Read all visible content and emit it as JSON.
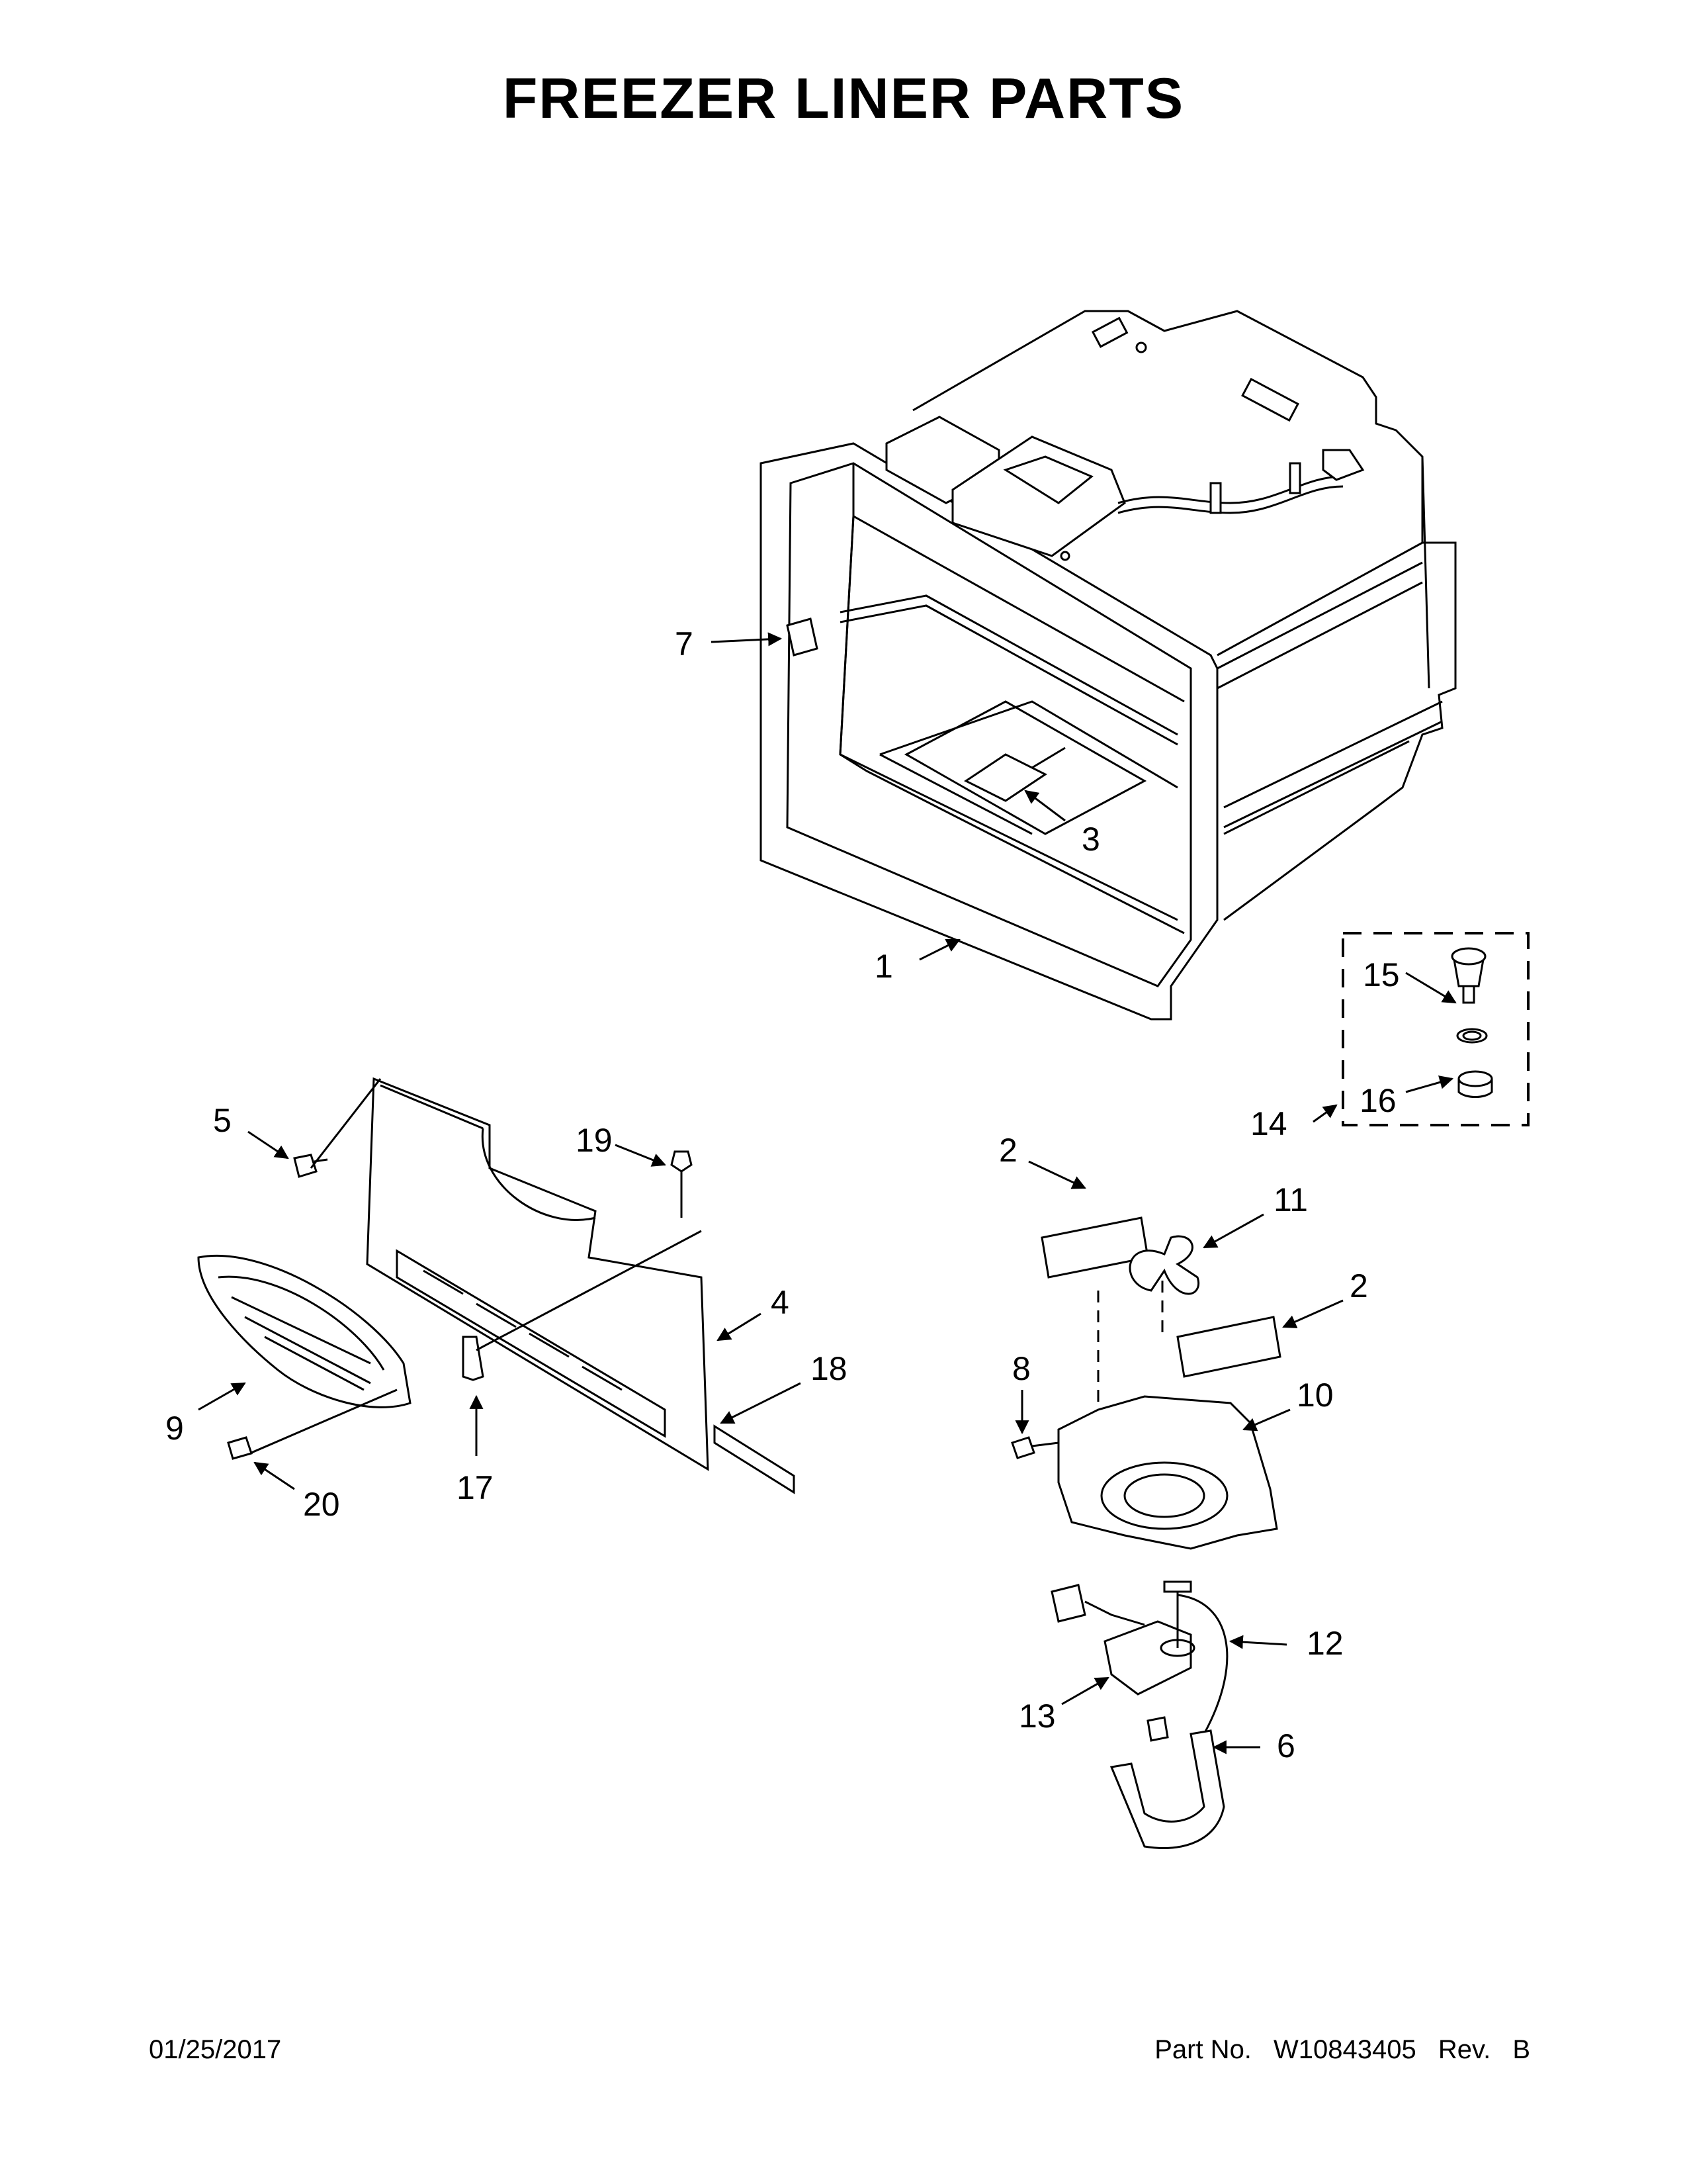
{
  "title": "FREEZER LINER PARTS",
  "callouts": [
    "1",
    "2",
    "2",
    "3",
    "4",
    "5",
    "6",
    "7",
    "8",
    "9",
    "10",
    "11",
    "12",
    "13",
    "14",
    "15",
    "16",
    "17",
    "18",
    "19",
    "20"
  ],
  "footer": {
    "date": "01/25/2017",
    "part_label": "Part No.",
    "part_number": "W10843405",
    "rev_label": "Rev.",
    "rev_value": "B"
  }
}
